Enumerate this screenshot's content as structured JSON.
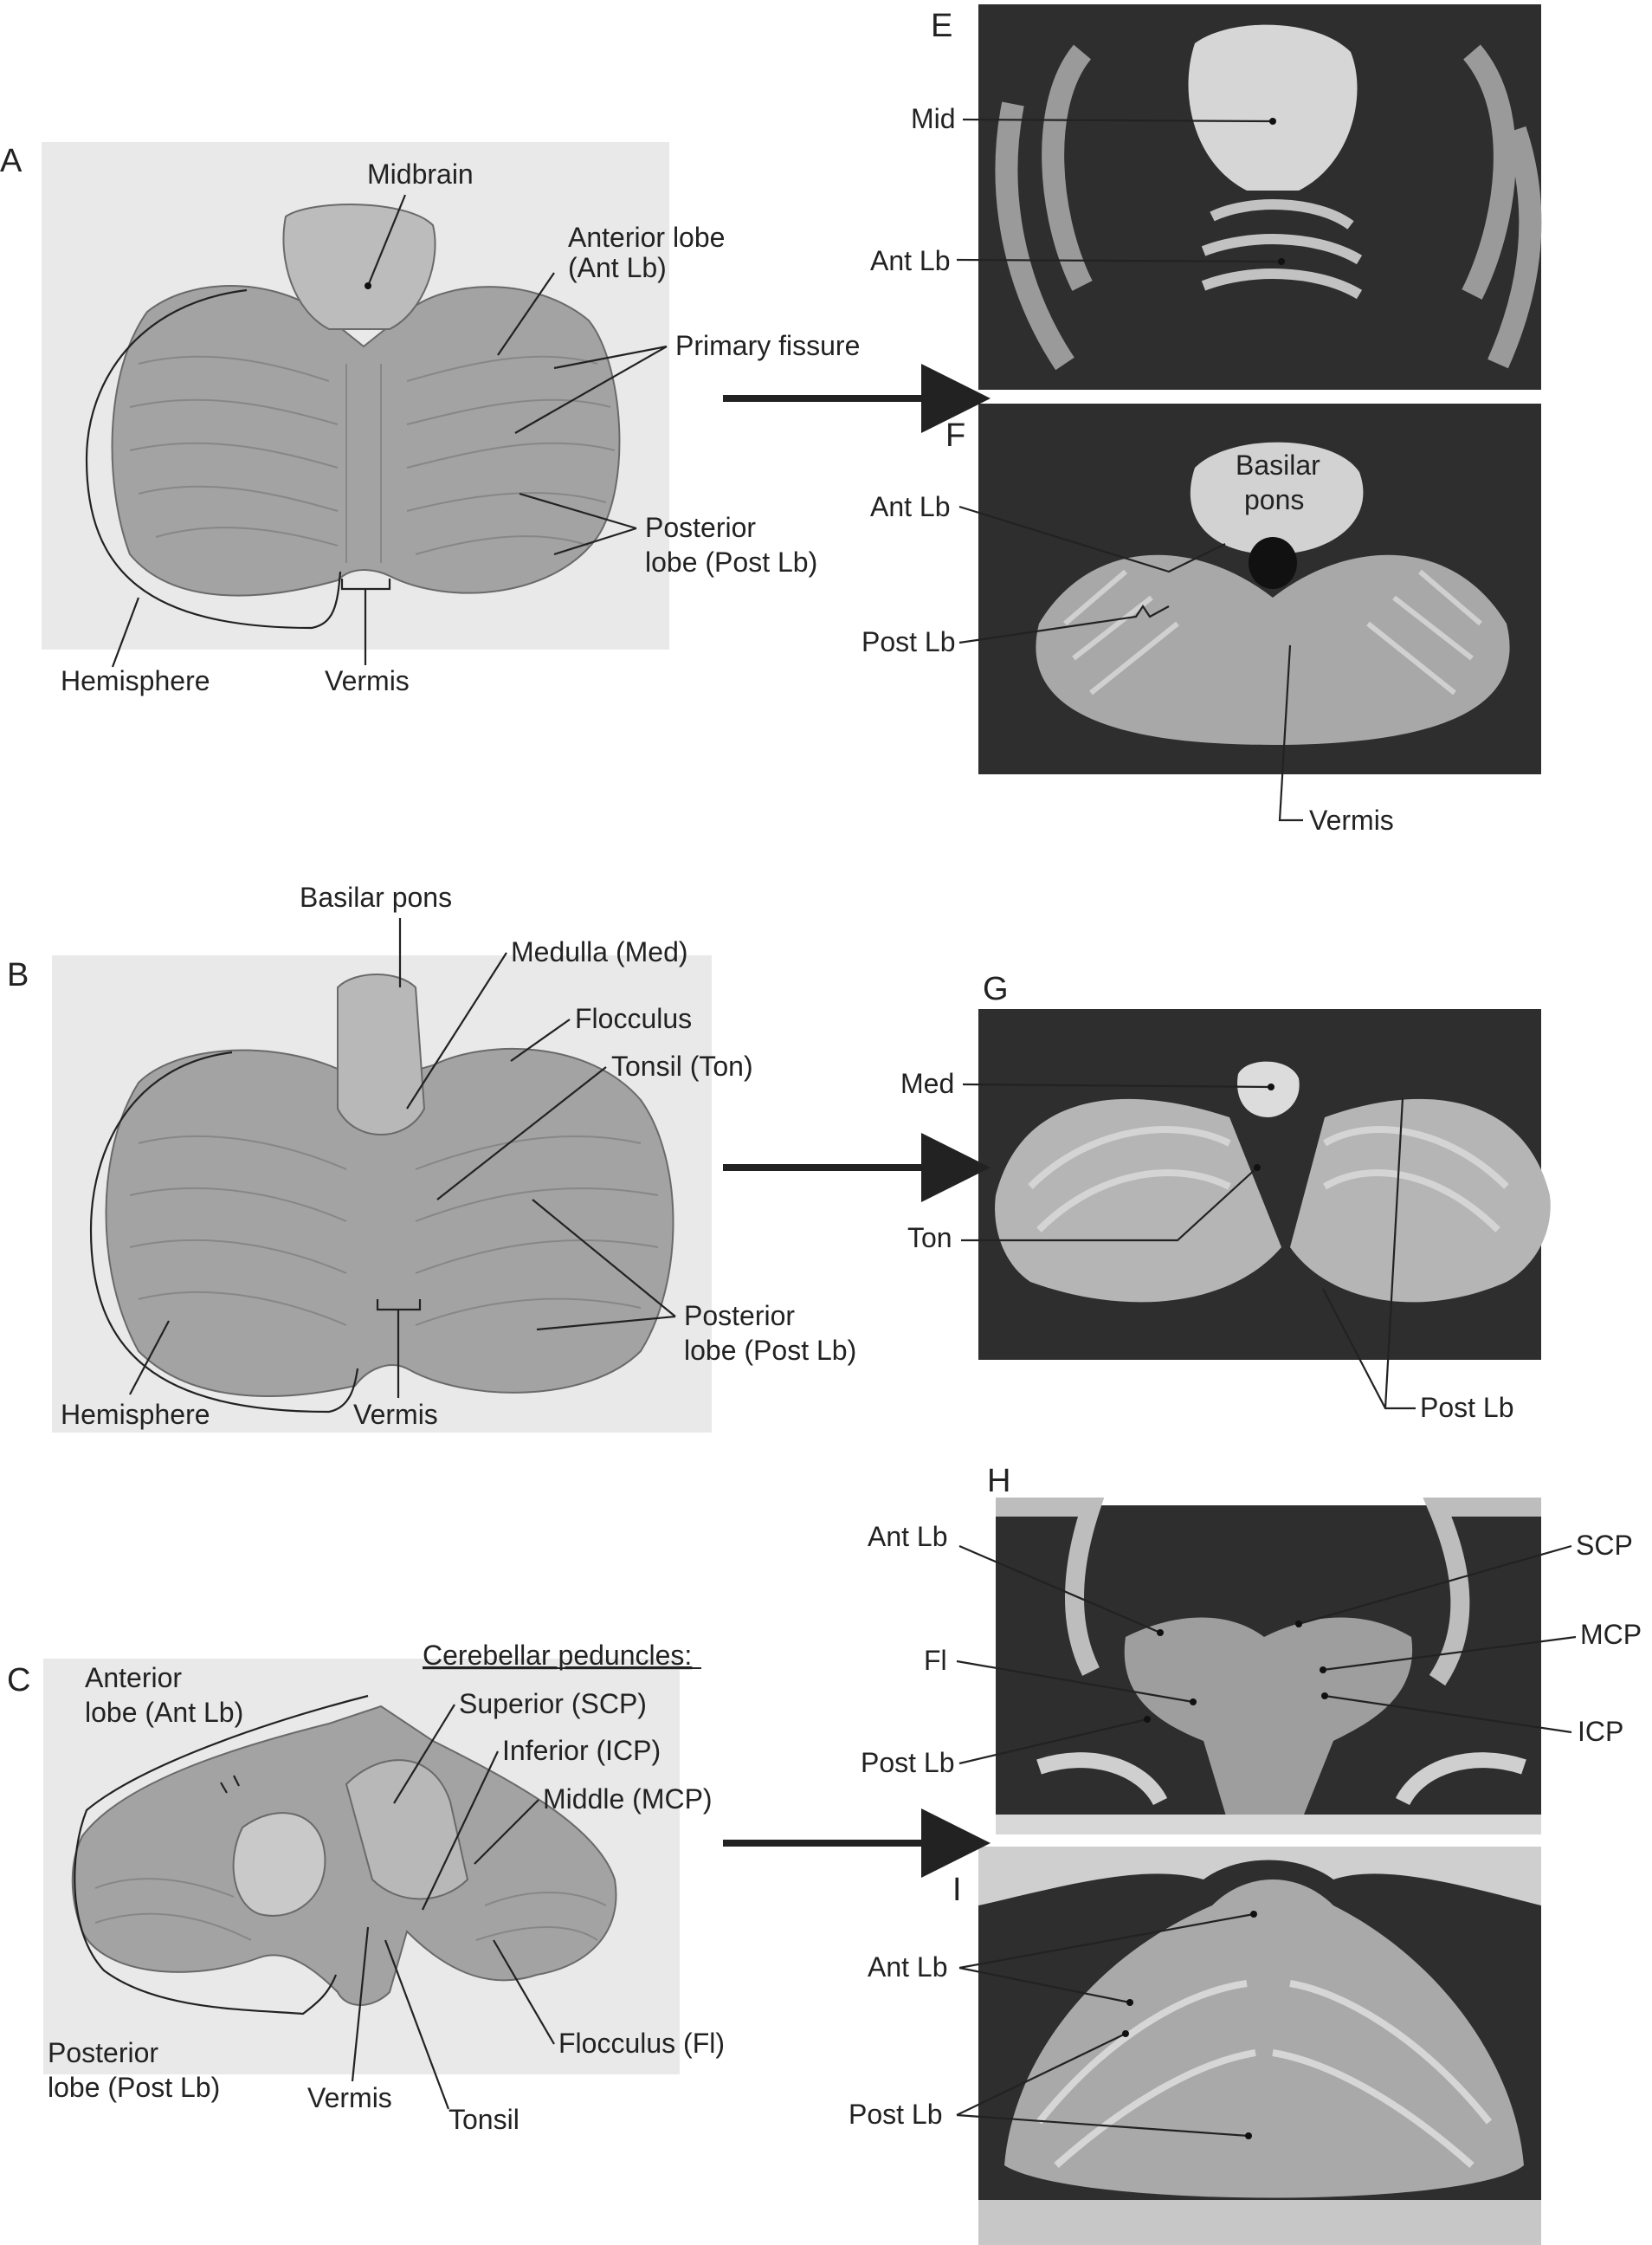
{
  "panel_letters": [
    "A",
    "B",
    "C",
    "E",
    "F",
    "G",
    "H",
    "I"
  ],
  "panelA": {
    "midbrain": "Midbrain",
    "anterior_lobe_1": "Anterior lobe",
    "anterior_lobe_2": "(Ant Lb)",
    "primary_fissure": "Primary fissure",
    "posterior_lobe_1": "Posterior",
    "posterior_lobe_2": "lobe (Post Lb)",
    "hemisphere": "Hemisphere",
    "vermis": "Vermis"
  },
  "panelB": {
    "basilar_pons": "Basilar pons",
    "medulla": "Medulla (Med)",
    "flocculus": "Flocculus",
    "tonsil": "Tonsil (Ton)",
    "posterior_lobe_1": "Posterior",
    "posterior_lobe_2": "lobe (Post Lb)",
    "hemisphere": "Hemisphere",
    "vermis": "Vermis"
  },
  "panelC": {
    "anterior_lobe_1": "Anterior",
    "anterior_lobe_2": "lobe (Ant Lb)",
    "peduncles_heading": "Cerebellar peduncles:",
    "superior": "Superior (SCP)",
    "inferior": "Inferior (ICP)",
    "middle": "Middle (MCP)",
    "posterior_lobe_1": "Posterior",
    "posterior_lobe_2": "lobe (Post Lb)",
    "vermis": "Vermis",
    "tonsil": "Tonsil",
    "flocculus": "Flocculus (Fl)"
  },
  "panelE": {
    "mid": "Mid",
    "ant_lb": "Ant Lb"
  },
  "panelF": {
    "basilar_1": "Basilar",
    "basilar_2": "pons",
    "ant_lb": "Ant Lb",
    "post_lb": "Post Lb",
    "vermis": "Vermis"
  },
  "panelG": {
    "med": "Med",
    "ton": "Ton",
    "post_lb": "Post Lb"
  },
  "panelH": {
    "ant_lb": "Ant Lb",
    "fl": "Fl",
    "post_lb": "Post Lb",
    "scp": "SCP",
    "mcp": "MCP",
    "icp": "ICP"
  },
  "panelI": {
    "ant_lb": "Ant Lb",
    "post_lb": "Post Lb"
  }
}
